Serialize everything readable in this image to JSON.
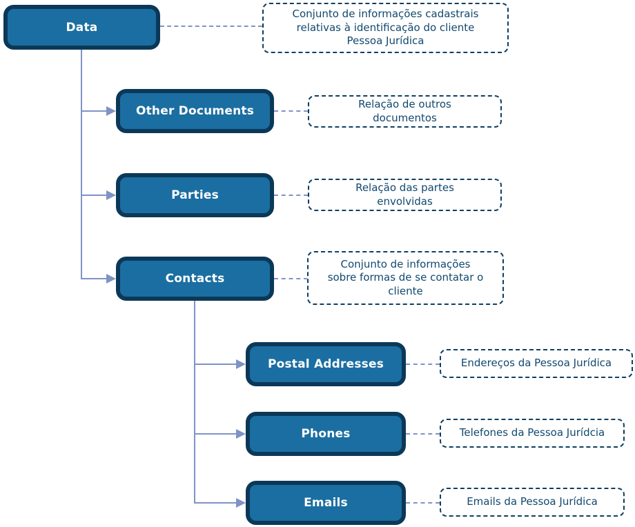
{
  "diagram": {
    "type": "tree-hierarchy",
    "colors": {
      "node_fill": "#1b6ea1",
      "node_border": "#0c3858",
      "node_text": "#ffffff",
      "note_border": "#0e3d60",
      "note_text": "#10486f",
      "connector": "#7e93c6",
      "background": "#ffffff"
    },
    "nodes": {
      "data": {
        "label": "Data",
        "level": 1,
        "parent": null
      },
      "other_documents": {
        "label": "Other Documents",
        "level": 2,
        "parent": "Data"
      },
      "parties": {
        "label": "Parties",
        "level": 2,
        "parent": "Data"
      },
      "contacts": {
        "label": "Contacts",
        "level": 2,
        "parent": "Data"
      },
      "postal_addresses": {
        "label": "Postal Addresses",
        "level": 3,
        "parent": "Contacts"
      },
      "phones": {
        "label": "Phones",
        "level": 3,
        "parent": "Contacts"
      },
      "emails": {
        "label": "Emails",
        "level": 3,
        "parent": "Contacts"
      }
    },
    "notes": {
      "data": {
        "text": "Conjunto de informações cadastrais relativas à identificação do cliente Pessoa Jurídica"
      },
      "other_documents": {
        "text": "Relação de outros documentos"
      },
      "parties": {
        "text": "Relação das partes envolvidas"
      },
      "contacts": {
        "text": "Conjunto de informações sobre formas de se contatar o cliente"
      },
      "postal_addresses": {
        "text": "Endereços da Pessoa Jurídica"
      },
      "phones": {
        "text": "Telefones da Pessoa Jurídcia"
      },
      "emails": {
        "text": "Emails da Pessoa Jurídica"
      }
    }
  }
}
